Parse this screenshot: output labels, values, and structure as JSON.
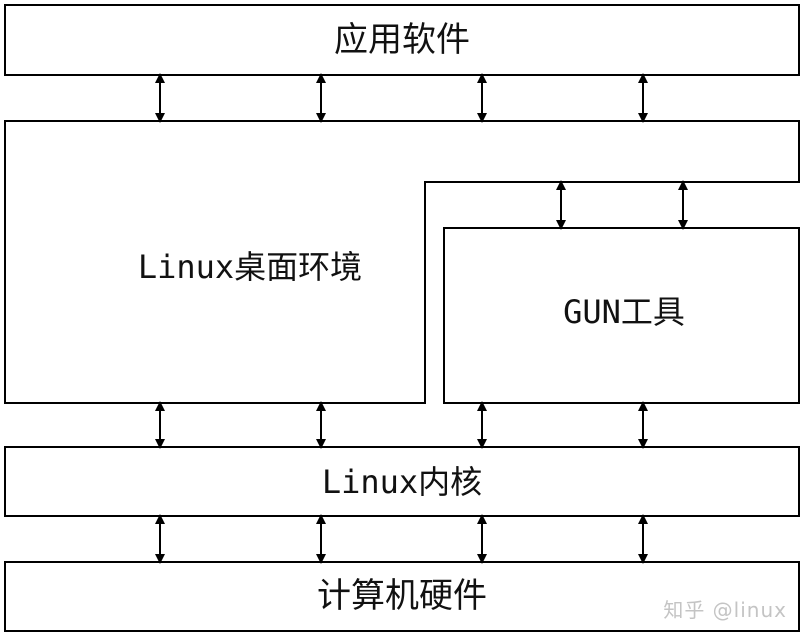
{
  "layers": {
    "app_software": "应用软件",
    "desktop_env": "Linux桌面环境",
    "gnu_tools": "GUN工具",
    "kernel": "Linux内核",
    "hardware": "计算机硬件"
  },
  "watermark": "知乎 @linux",
  "colors": {
    "stroke": "#000000",
    "text": "#111111",
    "watermark": "#c4c4c4"
  }
}
